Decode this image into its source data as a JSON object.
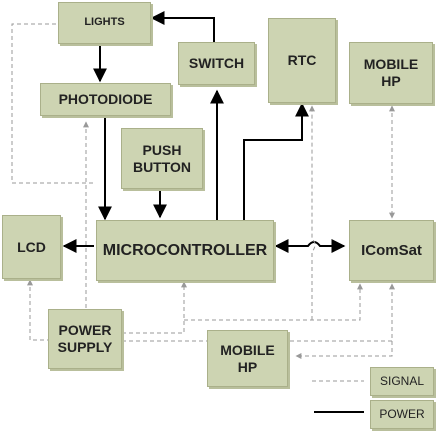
{
  "blocks": {
    "lights": "LIGHTS",
    "switch": "SWITCH",
    "photodiode": "PHOTODIODE",
    "rtc": "RTC",
    "mobile_hp_top": "MOBILE\nHP",
    "push_button": "PUSH\nBUTTON",
    "lcd": "LCD",
    "microcontroller": "MICROCONTROLLER",
    "icomsat": "IComSat",
    "power_supply": "POWER\nSUPPLY",
    "mobile_hp_bottom": "MOBILE\nHP"
  },
  "legend": {
    "signal": "SIGNAL",
    "power": "POWER"
  },
  "colors": {
    "block_fill": "#cdd4b2",
    "block_border": "#aab08a",
    "signal_line": "#999999",
    "power_line": "#000000"
  }
}
